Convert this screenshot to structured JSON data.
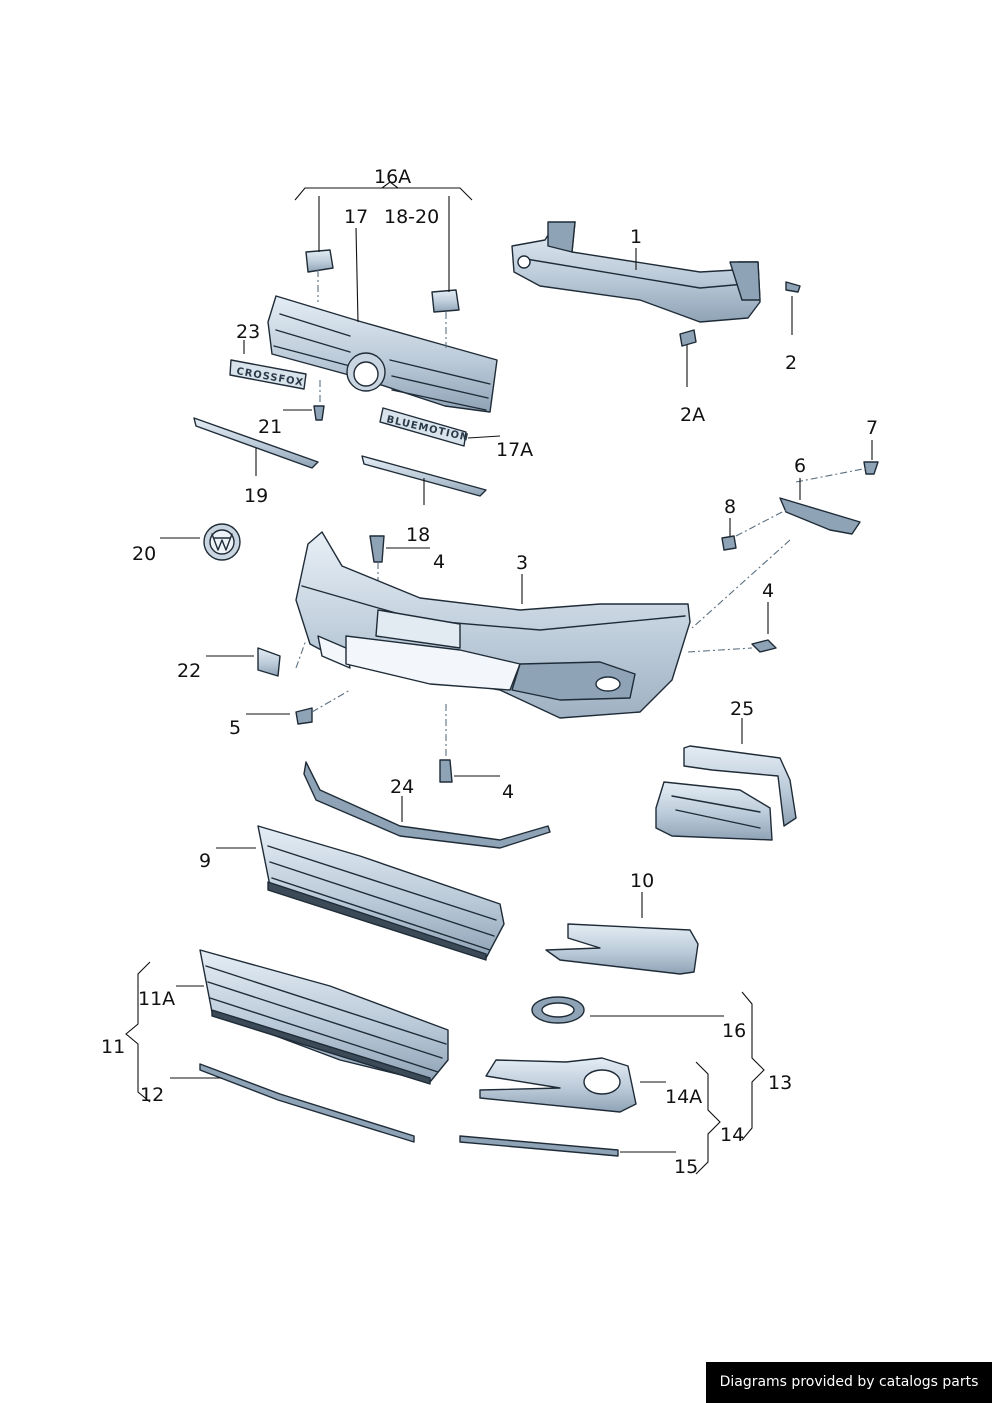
{
  "diagram": {
    "labels": {
      "p1": "1",
      "p2": "2",
      "p2a": "2A",
      "p3": "3",
      "p4a": "4",
      "p4b": "4",
      "p4c": "4",
      "p5": "5",
      "p6": "6",
      "p7": "7",
      "p8": "8",
      "p9": "9",
      "p10": "10",
      "p11": "11",
      "p11a": "11A",
      "p12": "12",
      "p13": "13",
      "p14": "14",
      "p14a": "14A",
      "p15": "15",
      "p16": "16",
      "p16a": "16A",
      "p17": "17",
      "p17a": "17A",
      "p18": "18",
      "p18_20": "18-20",
      "p19": "19",
      "p20": "20",
      "p21": "21",
      "p22": "22",
      "p23": "23",
      "p24": "24",
      "p25": "25"
    },
    "badges": {
      "crossfox": "CROSSFOX",
      "bluemotion": "BLUEMOTION"
    }
  },
  "footer": {
    "credit": "Diagrams provided by catalogs parts"
  }
}
